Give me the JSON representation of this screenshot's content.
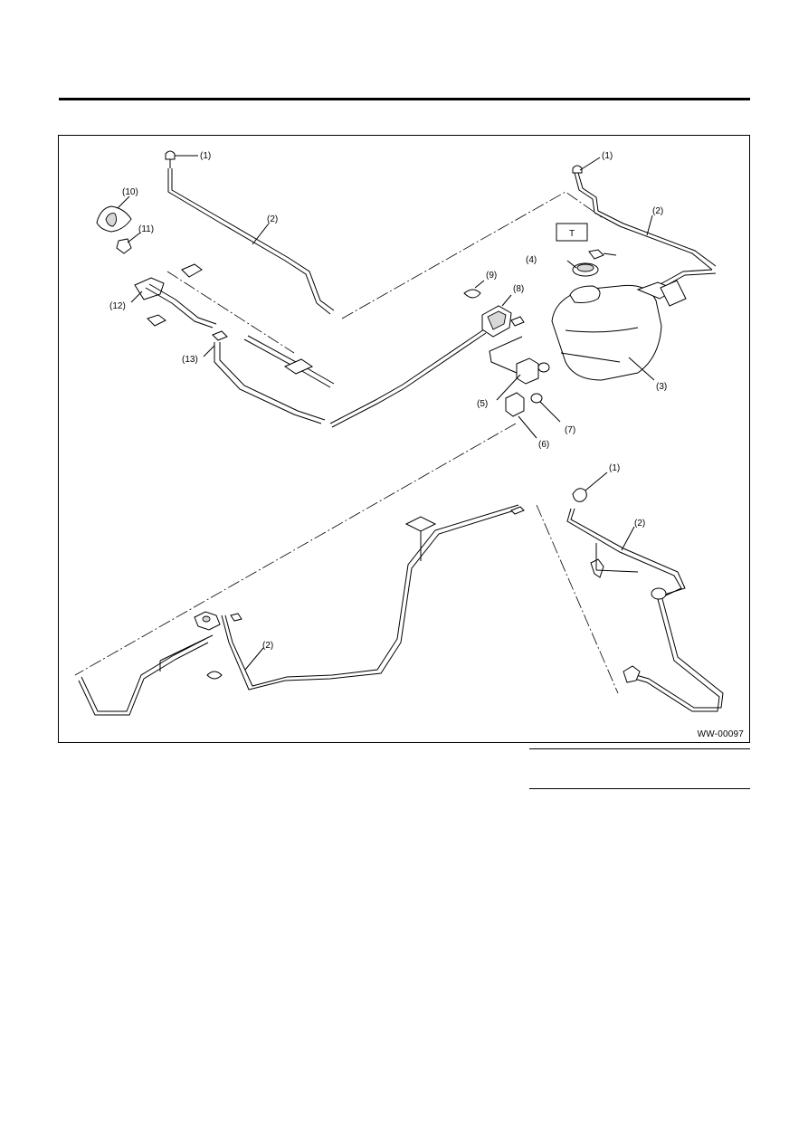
{
  "figure": {
    "code": "WW-00097",
    "torque_box": "T",
    "callouts": [
      {
        "id": "c1a",
        "text": "(1)"
      },
      {
        "id": "c2a",
        "text": "(2)"
      },
      {
        "id": "c10",
        "text": "(10)"
      },
      {
        "id": "c11",
        "text": "(11)"
      },
      {
        "id": "c12",
        "text": "(12)"
      },
      {
        "id": "c13",
        "text": "(13)"
      },
      {
        "id": "c1b",
        "text": "(1)"
      },
      {
        "id": "c2b",
        "text": "(2)"
      },
      {
        "id": "c4",
        "text": "(4)"
      },
      {
        "id": "c9",
        "text": "(9)"
      },
      {
        "id": "c8",
        "text": "(8)"
      },
      {
        "id": "c3",
        "text": "(3)"
      },
      {
        "id": "c5",
        "text": "(5)"
      },
      {
        "id": "c7",
        "text": "(7)"
      },
      {
        "id": "c6",
        "text": "(6)"
      },
      {
        "id": "c1c",
        "text": "(1)"
      },
      {
        "id": "c2c",
        "text": "(2)"
      },
      {
        "id": "c2d",
        "text": "(2)"
      }
    ]
  }
}
